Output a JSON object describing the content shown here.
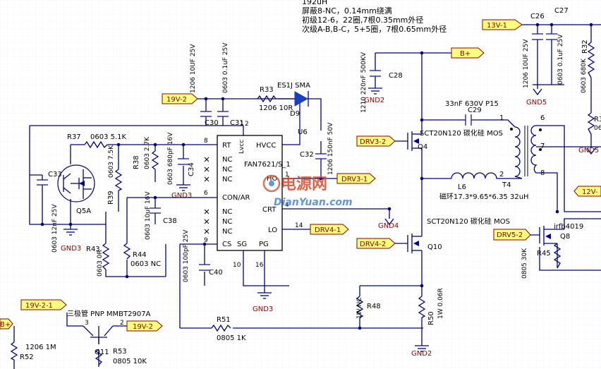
{
  "header_notes": [
    "192uH",
    "屏蔽8-NC，0.14mm绕满",
    "初级12-6，22圈,7根0.35mm外径",
    "次级A-B,B-C，5+5圈，7根0.65mm外径"
  ],
  "ports": {
    "v19_top": "19V-2",
    "b_plus": "B+",
    "v13": "13V-1",
    "drv3_2": "DRV3-2",
    "drv3_1": "DRV3-1",
    "drv4_1": "DRV4-1",
    "drv4_2": "DRV4-2",
    "drv5_2": "DRV5-2",
    "v12": "12V-",
    "v19_2_1": "19V-2-1",
    "v19_bottom": "19V-2",
    "b_left": "B+"
  },
  "grounds": {
    "gnd3_a": "GND3",
    "gnd3_b": "GND3",
    "gnd3_c": "GND3",
    "gnd2_a": "GND2",
    "gnd2_b": "GND2",
    "gnd4": "GND4",
    "gnd5_a": "GND5",
    "gnd5_b": "GND5"
  },
  "ic": {
    "ref": "U6",
    "part": "FAN7621/S_1",
    "lvcc": "Lvcc",
    "pins_left": [
      "RT",
      "NC",
      "NC",
      "NC",
      "CON/AR",
      "NC",
      "NC",
      "NC",
      "CS"
    ],
    "pins_right": [
      "HVCC",
      "HO",
      "CRT",
      "LO"
    ],
    "pins_bottom": [
      "SG",
      "PG"
    ],
    "pin_numbers": {
      "rt": "8",
      "con": "6",
      "cs": "9",
      "ho": "1",
      "crt": "4",
      "lo": "14",
      "sg": "10",
      "pg": "16",
      "hvcc_a": "1",
      "hvcc_b": "2"
    }
  },
  "components": {
    "c26": {
      "ref": "C26",
      "value": "1206 10UF 25V"
    },
    "c27": {
      "ref": "C27",
      "value": "0603 0.1uF 25V"
    },
    "r32": {
      "ref": "R32",
      "value": "0603 680K"
    },
    "c28": {
      "ref": "C28",
      "value": "1210 220nF 500KV"
    },
    "c29": {
      "ref": "C29",
      "value": "33nF 630V P15"
    },
    "c30": {
      "ref": "C30",
      "value": "1206 10UF 25V"
    },
    "c31": {
      "ref": "C31",
      "value": "0603 0.1uF 25V"
    },
    "r33": {
      "ref": "R33",
      "value": "1206 10R"
    },
    "d9": {
      "ref": "D9",
      "value": "ES1J SMA"
    },
    "c32": {
      "ref": "C32",
      "value": "1206 150nF 50V"
    },
    "r37": {
      "ref": "R37",
      "value": "0603 5.1K"
    },
    "r39": {
      "ref": "R39",
      "value": "0603 7.5K"
    },
    "r38": {
      "ref": "R38",
      "value": "0603 2.7K"
    },
    "c34": {
      "ref": "C34",
      "value": "0603 680pF 16V"
    },
    "c33": {
      "ref": "C33",
      "value": "0603 12nF 25V"
    },
    "q5a": {
      "ref": "Q5A"
    },
    "c38": {
      "ref": "C38",
      "value": "0603 10uF 16V"
    },
    "r43": {
      "ref": "R43",
      "value": "0603 0R"
    },
    "r44": {
      "ref": "R44",
      "value": "0603 NC"
    },
    "c40": {
      "ref": "C40",
      "value": "0603 100pF 25V"
    },
    "r48": {
      "ref": "R48",
      "value": "1W NC"
    },
    "r50": {
      "ref": "R50",
      "value": "1W 0.06R"
    },
    "r51": {
      "ref": "R51",
      "value": "0805 1K"
    },
    "q4": {
      "ref": "Q4",
      "value": "SCT20N120 碳化硅 MOS"
    },
    "q10": {
      "ref": "Q10",
      "value": "SCT20N120 碳化硅 MOS"
    },
    "l6": {
      "ref": "L6",
      "value": "磁环17.3*9.65*6.35 32uH"
    },
    "t4": {
      "ref": "T4",
      "pins": [
        "1",
        "2",
        "6",
        "7",
        "8"
      ]
    },
    "q8": {
      "ref": "Q8",
      "value": "irfb4019"
    },
    "r45": {
      "ref": "R45",
      "value": "0805 30K"
    },
    "q11": {
      "ref": "Q11",
      "value": "三极管 PNP MMBT2907A",
      "pins": [
        "3",
        "2"
      ]
    },
    "r52": {
      "ref": "R52",
      "value": "1206 1M"
    },
    "r53": {
      "ref": "R53",
      "value": "0805 10K"
    },
    "r3x": {
      "ref": "R3",
      "value": "06"
    }
  },
  "watermark": {
    "cn": "电源网",
    "en": "DianYuan.com"
  },
  "colors": {
    "wire": "#000080",
    "port_fill": "#ffff80",
    "port_text": "#8b0000",
    "background": "#ffffff"
  }
}
